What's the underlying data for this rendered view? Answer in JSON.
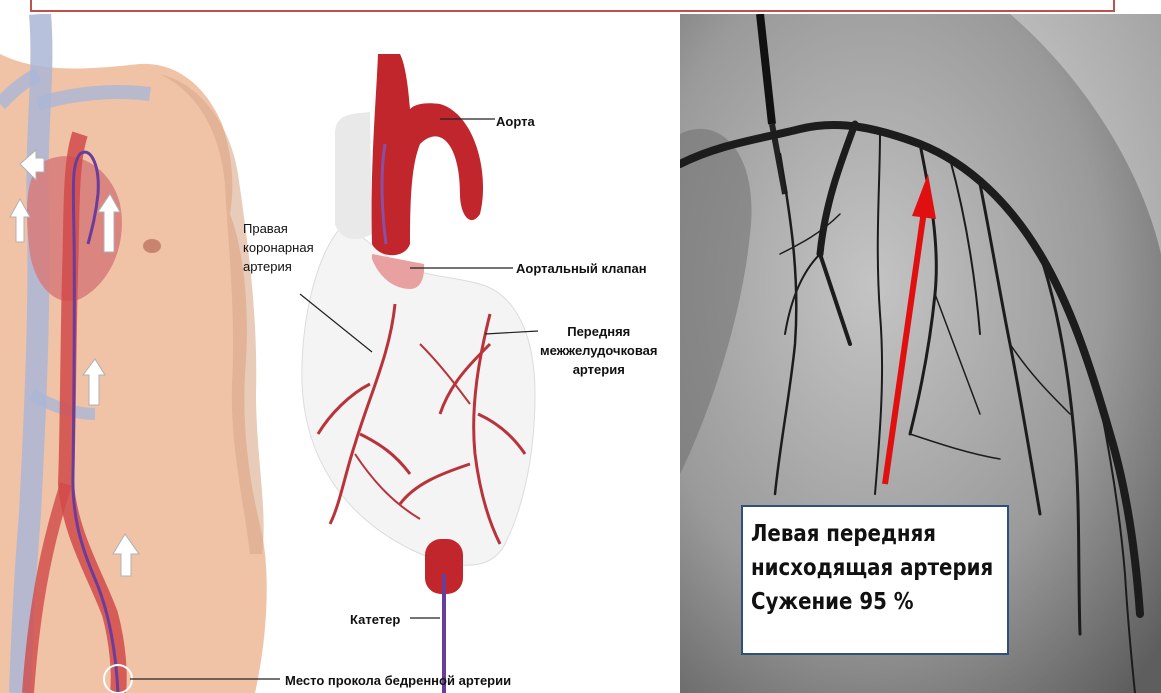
{
  "labels": {
    "aorta": "Аорта",
    "right_coronary": [
      "Правая",
      "коронарная",
      "артерия"
    ],
    "aortic_valve": "Аортальный клапан",
    "anterior_interventricular": [
      "Передняя",
      "межжелудочковая",
      "артерия"
    ],
    "catheter": "Катетер",
    "puncture_site": "Место прокола бедренной артерии"
  },
  "stenosis_box": {
    "lines": [
      "Левая передняя",
      "нисходящая артерия",
      "Сужение 95 %"
    ]
  },
  "colors": {
    "frame_border": "#c0504d",
    "aorta_red": "#c0262b",
    "catheter_purple": "#6a3d9a",
    "skin": "#f0c3a7",
    "heart_white": "#f4f4f4",
    "coronary_red": "#b8343a",
    "pointer_arrow": "#e01010",
    "box_border": "#2f4f7f"
  }
}
